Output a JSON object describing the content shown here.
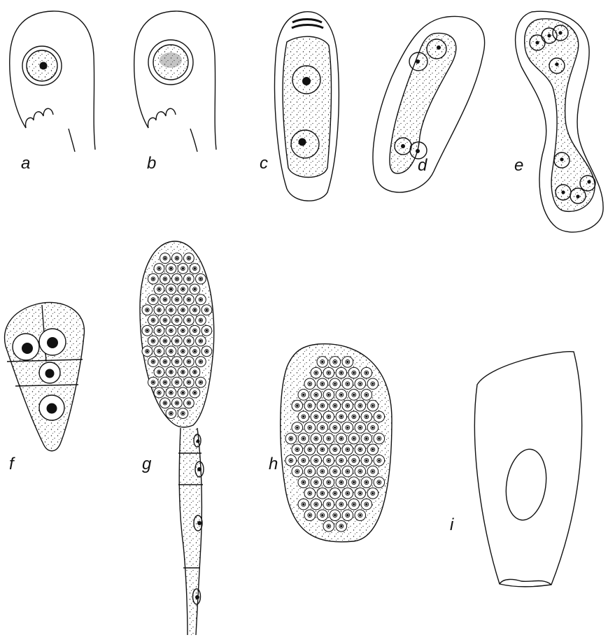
{
  "figure": {
    "panels": [
      {
        "id": "a",
        "label": "a"
      },
      {
        "id": "b",
        "label": "b"
      },
      {
        "id": "c",
        "label": "c"
      },
      {
        "id": "d",
        "label": "d"
      },
      {
        "id": "e",
        "label": "e"
      },
      {
        "id": "f",
        "label": "f"
      },
      {
        "id": "g",
        "label": "g"
      },
      {
        "id": "h",
        "label": "h"
      },
      {
        "id": "i",
        "label": "i"
      }
    ],
    "colors": {
      "ink": "#111111",
      "paper": "#ffffff"
    }
  }
}
